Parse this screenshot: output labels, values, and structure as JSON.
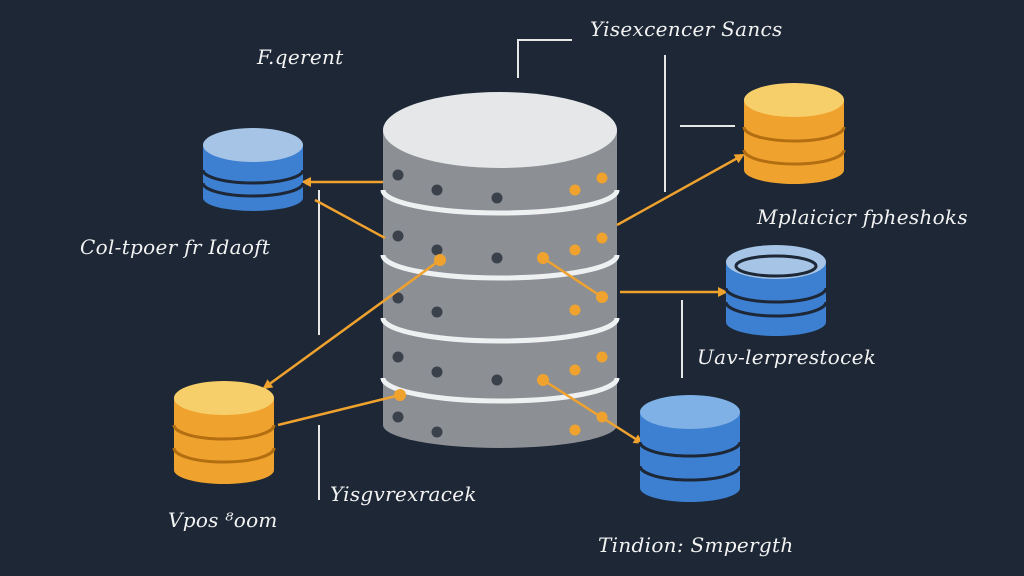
{
  "labels": {
    "top_center": "Yisexcencer Sancs",
    "top_left": "F.qerent",
    "left_upper": "Col-tpoer fr Idaoft",
    "left_lower": "Vpos ⁸oom",
    "bottom_center": "Yisgvrexracek",
    "right_upper": "Mplaicicr fpheshoks",
    "right_middle": "Uav-lerprestocek",
    "right_lower": "Tindion: Smpergth"
  },
  "colors": {
    "background": "#1d2735",
    "central_db": "#8c8f94",
    "blue_db": "#3d7fd0",
    "orange_db": "#f0a22e",
    "connector": "#f0a22e",
    "line": "#e6e6e6"
  },
  "icons": {
    "central": "database-stack-icon",
    "small": "database-icon"
  }
}
